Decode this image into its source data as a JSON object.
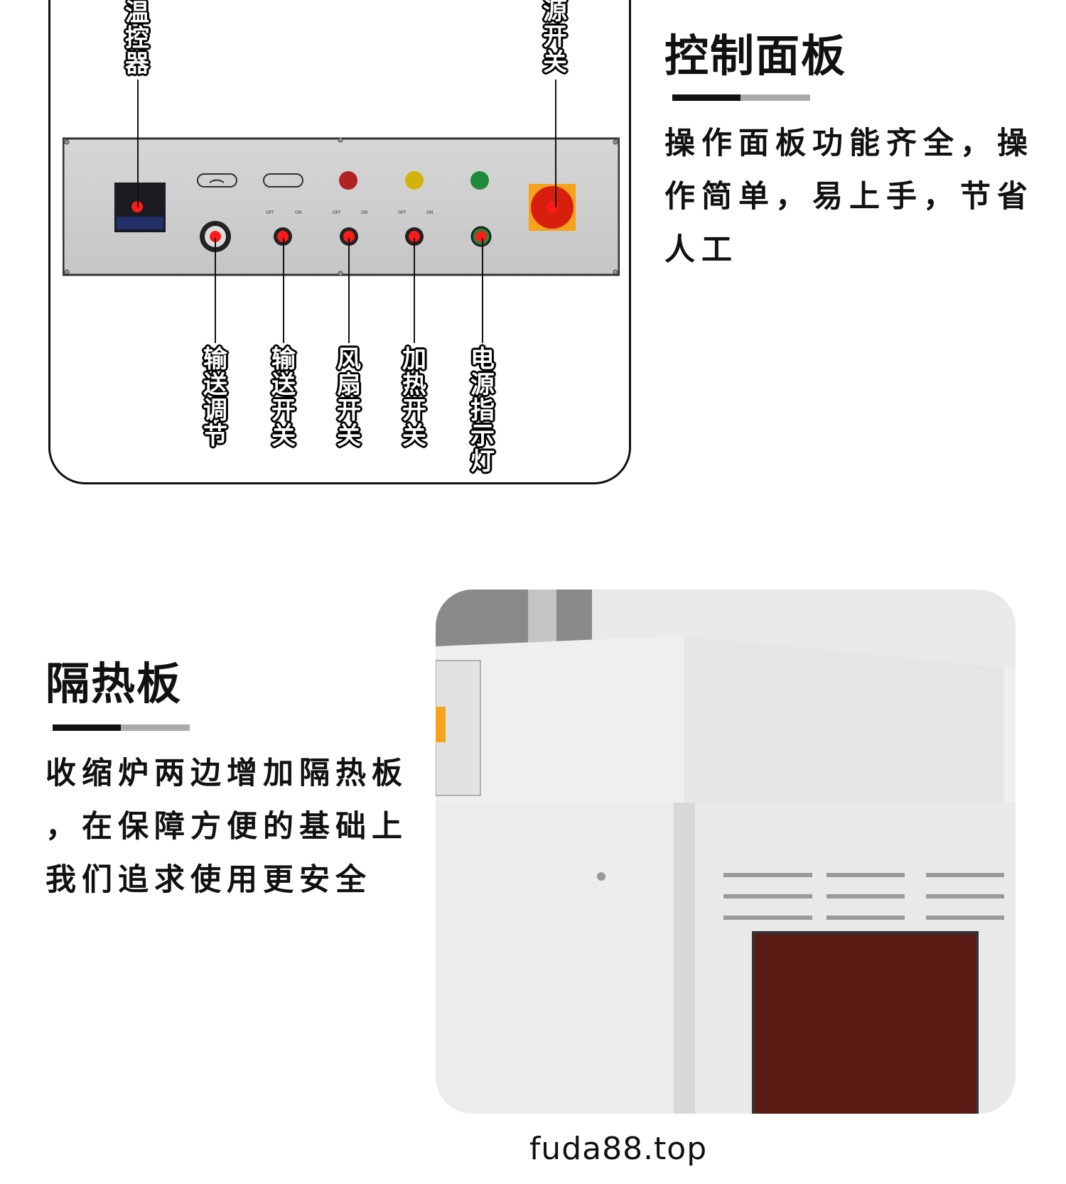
{
  "panel_labels_top": {
    "controller": "温控器",
    "power_switch": "源开关"
  },
  "panel_labels_bottom": [
    "输送调节",
    "输送开关",
    "风扇开关",
    "加热开关",
    "电源指示灯"
  ],
  "switch_markings": {
    "off": "OFF",
    "on": "ON"
  },
  "section1": {
    "title": "控制面板",
    "lines": [
      "操作面板功能齐全，操",
      "作简单，易上手，节省",
      "人工"
    ]
  },
  "section2": {
    "title": "隔热板",
    "lines": [
      "收缩炉两边增加隔热板",
      "，在保障方便的基础上",
      "我们追求使用更安全"
    ]
  },
  "footer": "fuda88.top",
  "colors": {
    "marker_red": "#ff1a1a",
    "bar_black": "#111111",
    "bar_gray": "#aaaaaa",
    "switch_orange": "#f7a21b",
    "indicator_green": "#1f8a3a"
  }
}
